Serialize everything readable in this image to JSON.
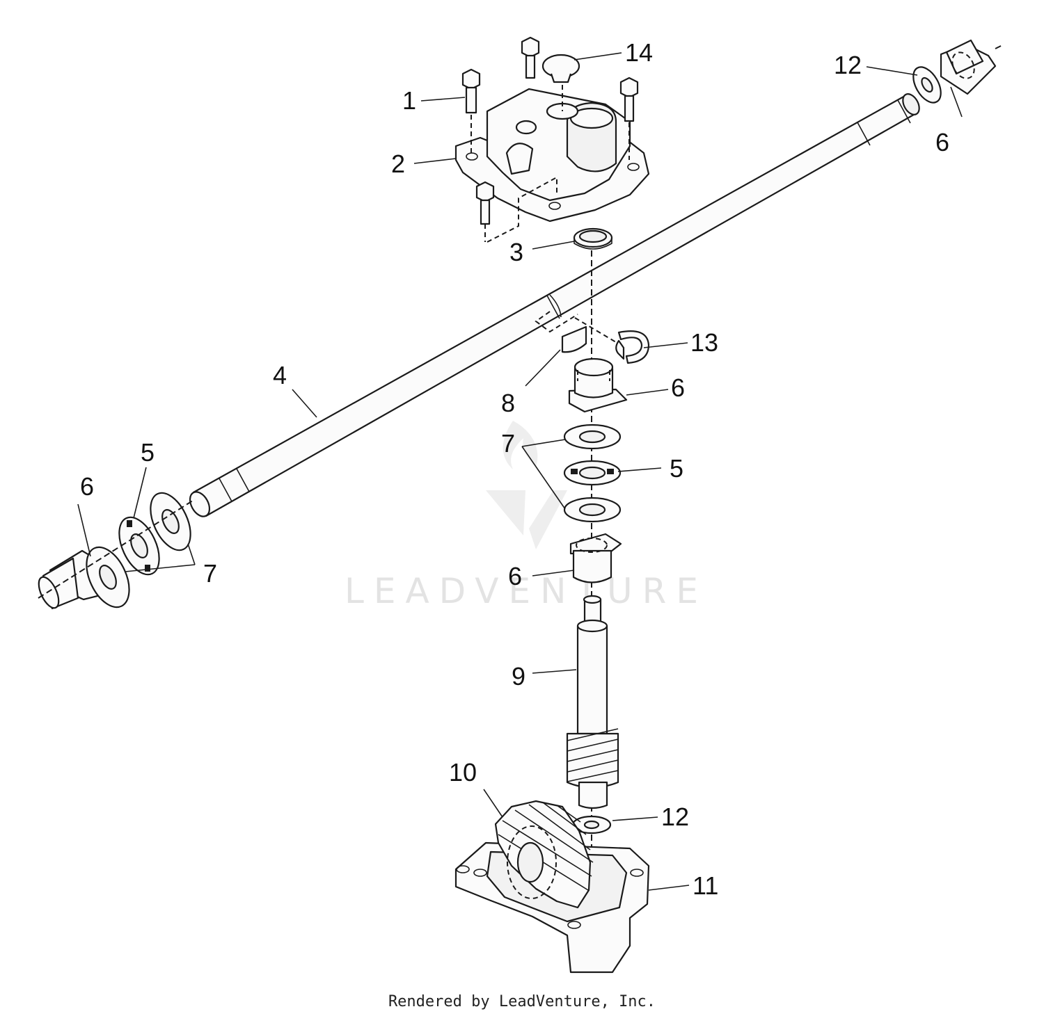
{
  "diagram": {
    "callouts": [
      {
        "id": "c1",
        "label": "1"
      },
      {
        "id": "c2",
        "label": "2"
      },
      {
        "id": "c3",
        "label": "3"
      },
      {
        "id": "c4",
        "label": "4"
      },
      {
        "id": "c5a",
        "label": "5"
      },
      {
        "id": "c5b",
        "label": "5"
      },
      {
        "id": "c6a",
        "label": "6"
      },
      {
        "id": "c6b",
        "label": "6"
      },
      {
        "id": "c6c",
        "label": "6"
      },
      {
        "id": "c6d",
        "label": "6"
      },
      {
        "id": "c7a",
        "label": "7"
      },
      {
        "id": "c7b",
        "label": "7"
      },
      {
        "id": "c8",
        "label": "8"
      },
      {
        "id": "c9",
        "label": "9"
      },
      {
        "id": "c10",
        "label": "10"
      },
      {
        "id": "c11",
        "label": "11"
      },
      {
        "id": "c12a",
        "label": "12"
      },
      {
        "id": "c12b",
        "label": "12"
      },
      {
        "id": "c13",
        "label": "13"
      },
      {
        "id": "c14",
        "label": "14"
      }
    ]
  },
  "watermark": {
    "text": "LEADVENTURE"
  },
  "footer": {
    "credit": "Rendered by LeadVenture, Inc."
  }
}
